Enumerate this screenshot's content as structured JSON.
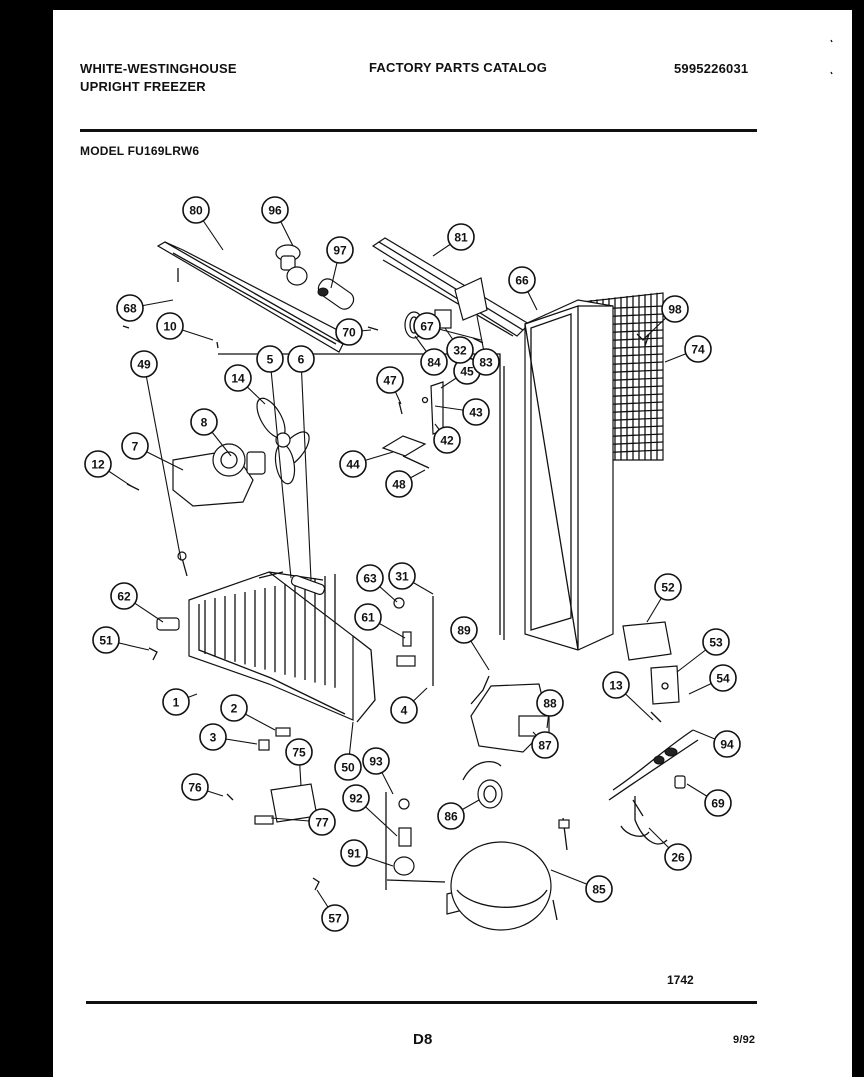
{
  "header": {
    "brand_line1": "WHITE-WESTINGHOUSE",
    "brand_line2": "UPRIGHT FREEZER",
    "catalog_title": "FACTORY PARTS CATALOG",
    "catalog_number": "5995226031",
    "model": "MODEL FU169LRW6"
  },
  "diagram": {
    "callouts": [
      "80",
      "96",
      "97",
      "81",
      "66",
      "68",
      "67",
      "74",
      "14",
      "47",
      "45",
      "43",
      "8",
      "42",
      "7",
      "44",
      "12",
      "48",
      "98",
      "10",
      "70",
      "84",
      "32",
      "83",
      "5",
      "6",
      "49",
      "63",
      "31",
      "62",
      "52",
      "61",
      "51",
      "89",
      "53",
      "54",
      "1",
      "4",
      "88",
      "13",
      "2",
      "87",
      "94",
      "3",
      "75",
      "50",
      "93",
      "76",
      "92",
      "86",
      "77",
      "69",
      "26",
      "91",
      "85",
      "57"
    ],
    "drawing_number": "1742"
  },
  "footer": {
    "page_label": "D8",
    "date": "9/92"
  }
}
